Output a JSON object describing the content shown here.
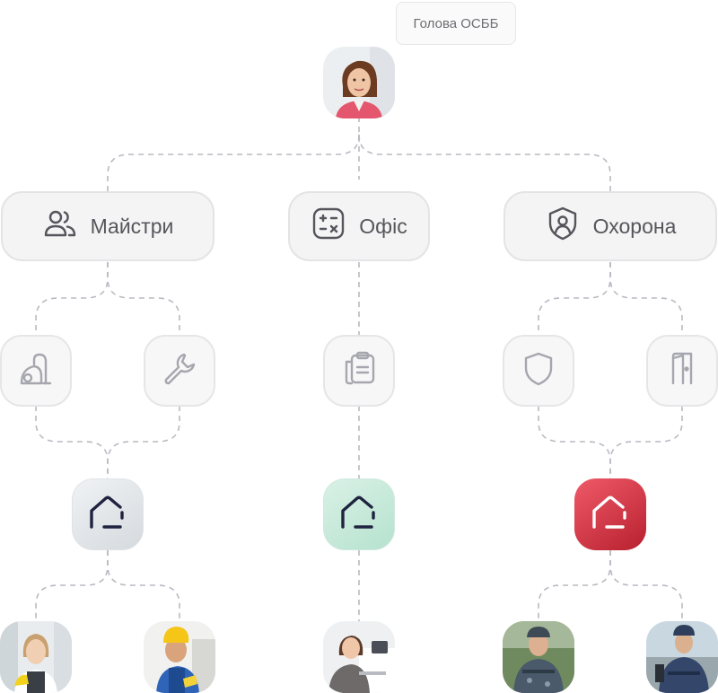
{
  "head": {
    "role_label": "Голова ОСББ"
  },
  "departments": [
    {
      "name": "Майстри",
      "icon": "users-icon"
    },
    {
      "name": "Офіс",
      "icon": "calculator-icon"
    },
    {
      "name": "Охорона",
      "icon": "shield-user-icon"
    }
  ],
  "services": [
    {
      "icon": "vacuum-icon"
    },
    {
      "icon": "wrench-icon"
    },
    {
      "icon": "clipboard-icon"
    },
    {
      "icon": "shield-icon"
    },
    {
      "icon": "door-icon"
    }
  ],
  "home_nodes": [
    {
      "icon": "home-icon",
      "accent": "#d5dade"
    },
    {
      "icon": "home-icon",
      "accent": "#b6e2cf"
    },
    {
      "icon": "home-icon",
      "accent": "#c8283a"
    }
  ],
  "staff": [
    {
      "role": "cleaner-avatar"
    },
    {
      "role": "electrician-avatar"
    },
    {
      "role": "accountant-avatar"
    },
    {
      "role": "guard-avatar"
    },
    {
      "role": "guard-avatar"
    }
  ],
  "colors": {
    "connector": "#b9b9c2",
    "icon_stroke": "#4a4a52",
    "muted_icon": "#a6a6ae",
    "brand_red": "#c8283a"
  }
}
